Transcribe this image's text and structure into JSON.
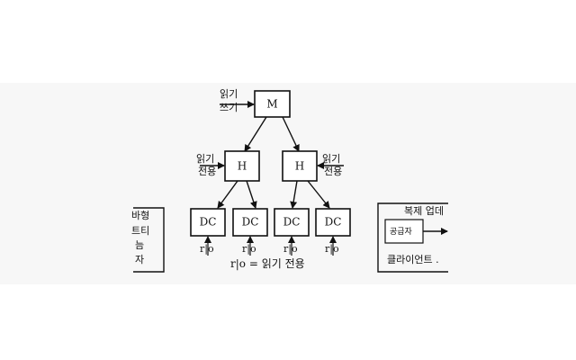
{
  "top_node": {
    "label": "M",
    "input_label_1": "읽기",
    "input_label_2": "쓰기"
  },
  "left_mid": {
    "label": "H",
    "input_label_1": "읽기",
    "input_label_2": "전용"
  },
  "right_mid": {
    "label": "H",
    "input_label_1": "읽기",
    "input_label_2": "전용"
  },
  "leaves": [
    {
      "label": "DC",
      "input_label": "r|o"
    },
    {
      "label": "DC",
      "input_label": "r|o"
    },
    {
      "label": "DC",
      "input_label": "r|o"
    },
    {
      "label": "DC",
      "input_label": "r|o"
    }
  ],
  "caption": "r|o = 읽기 전용",
  "left_fragment": {
    "lines": [
      "바형",
      "트티",
      "늠",
      "자"
    ]
  },
  "right_panel": {
    "title": "복제 업데",
    "supplier_label": "공급자",
    "client_label": "클라이언트 ."
  }
}
